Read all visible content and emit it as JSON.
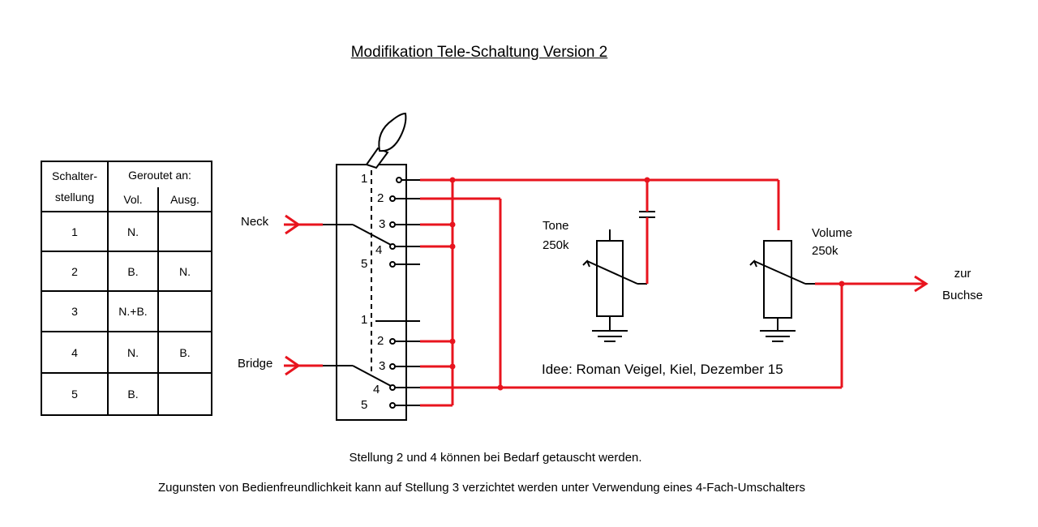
{
  "title": "Modifikation Tele-Schaltung Version 2",
  "table": {
    "header_switch": [
      "Schalter-",
      "stellung"
    ],
    "header_routed": "Geroutet an:",
    "header_vol": "Vol.",
    "header_ausg": "Ausg.",
    "rows": [
      {
        "pos": "1",
        "vol": "N.",
        "ausg": ""
      },
      {
        "pos": "2",
        "vol": "B.",
        "ausg": "N."
      },
      {
        "pos": "3",
        "vol": "N.+B.",
        "ausg": ""
      },
      {
        "pos": "4",
        "vol": "N.",
        "ausg": "B."
      },
      {
        "pos": "5",
        "vol": "B.",
        "ausg": ""
      }
    ]
  },
  "inputs": {
    "neck": "Neck",
    "bridge": "Bridge"
  },
  "pins_upper": [
    "1",
    "2",
    "3",
    "4",
    "5"
  ],
  "pins_lower": [
    "1",
    "2",
    "3",
    "4",
    "5"
  ],
  "tone": {
    "name": "Tone",
    "value": "250k"
  },
  "volume": {
    "name": "Volume",
    "value": "250k"
  },
  "output": {
    "line1": "zur",
    "line2": "Buchse"
  },
  "credit": "Idee: Roman Veigel, Kiel, Dezember 15",
  "notes": [
    "Stellung 2 und 4 können bei Bedarf getauscht werden.",
    "Zugunsten von Bedienfreundlichkeit kann auf Stellung 3 verzichtet werden unter Verwendung eines 4-Fach-Umschalters"
  ],
  "colors": {
    "wire": "#e8141e",
    "line": "#000000"
  }
}
